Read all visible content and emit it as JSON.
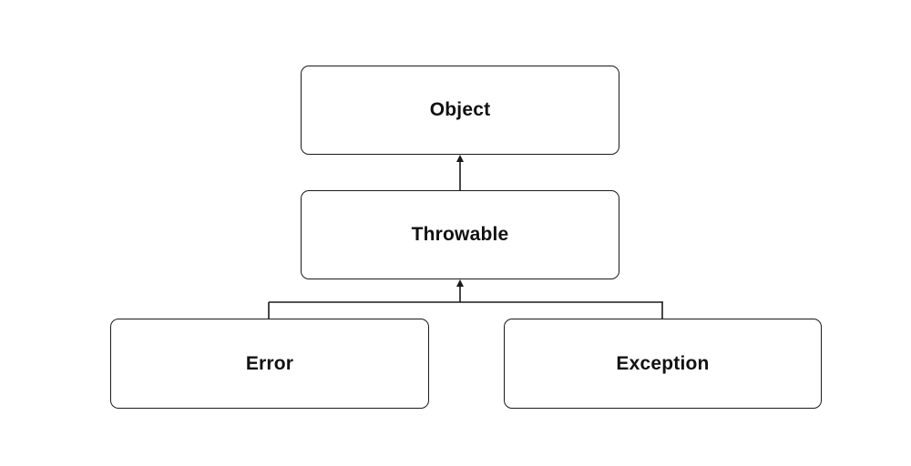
{
  "diagram": {
    "nodes": [
      {
        "id": "object",
        "label": "Object"
      },
      {
        "id": "throwable",
        "label": "Throwable"
      },
      {
        "id": "error",
        "label": "Error"
      },
      {
        "id": "exception",
        "label": "Exception"
      }
    ],
    "edges": [
      {
        "from": "throwable",
        "to": "object",
        "type": "inheritance-arrow"
      },
      {
        "from": "error",
        "to": "throwable",
        "type": "inheritance-arrow"
      },
      {
        "from": "exception",
        "to": "throwable",
        "type": "inheritance-arrow"
      }
    ],
    "colors": {
      "stroke": "#1a1a1a",
      "text": "#111111",
      "background": "#ffffff"
    }
  }
}
